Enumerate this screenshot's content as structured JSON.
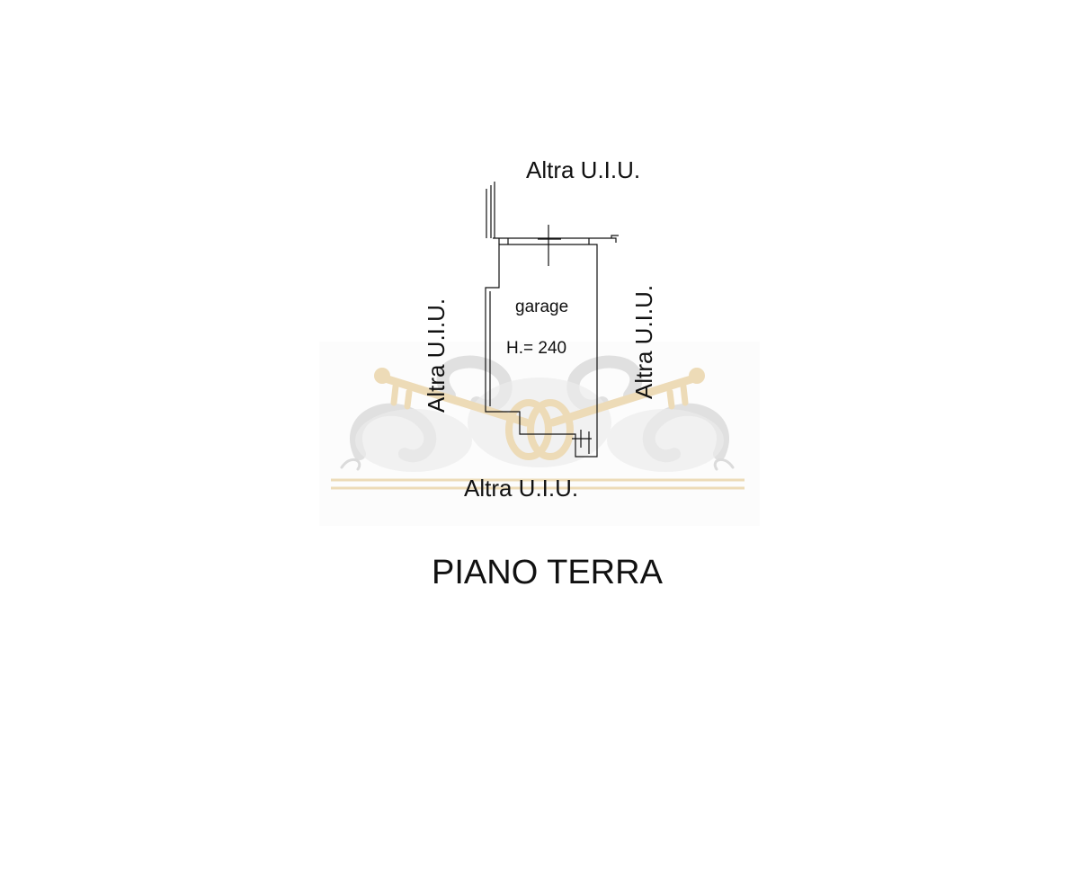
{
  "plan": {
    "neighbor_top": "Altra U.I.U.",
    "neighbor_left": "Altra U.I.U.",
    "neighbor_right": "Altra U.I.U.",
    "neighbor_bottom": "Altra U.I.U.",
    "room_name": "garage",
    "room_height": "H.= 240",
    "floor_title": "PIANO TERRA"
  },
  "colors": {
    "line": "#111111",
    "watermark_gold": "#e8cfa0",
    "watermark_gray": "#d9d9d9"
  },
  "icons": {
    "watermark": "crossed-keys-scroll-logo"
  }
}
